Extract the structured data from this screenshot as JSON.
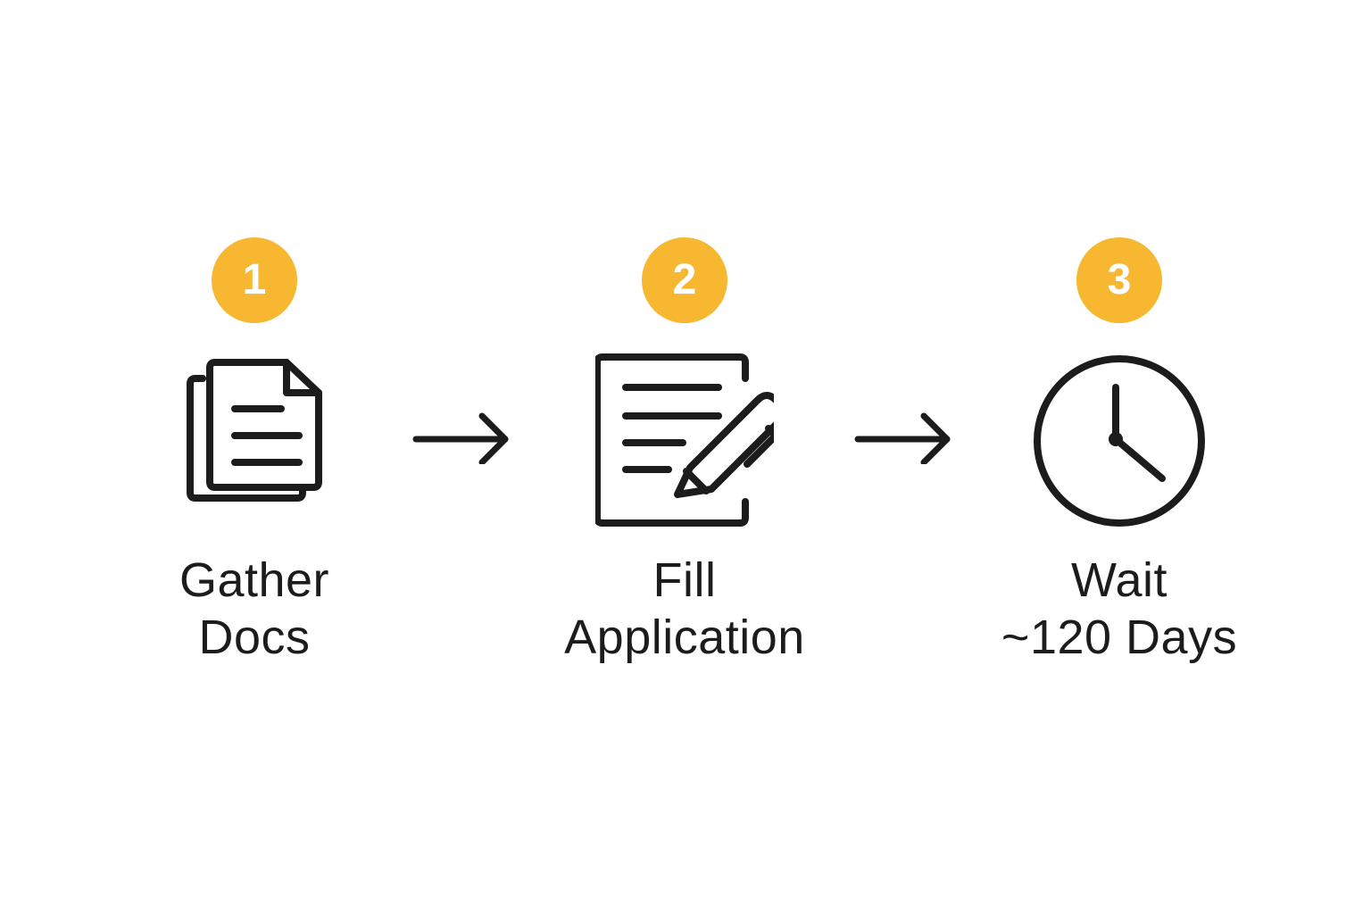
{
  "colors": {
    "badge": "#f7b731",
    "ink": "#1c1c1c",
    "background": "#ffffff"
  },
  "steps": [
    {
      "number": "1",
      "icon": "documents-icon",
      "label_line1": "Gather",
      "label_line2": "Docs"
    },
    {
      "number": "2",
      "icon": "form-with-pen-icon",
      "label_line1": "Fill",
      "label_line2": "Application"
    },
    {
      "number": "3",
      "icon": "clock-icon",
      "label_line1": "Wait",
      "label_line2": "~120 Days"
    }
  ],
  "connectors": [
    {
      "icon": "arrow-right-icon"
    },
    {
      "icon": "arrow-right-icon"
    }
  ]
}
